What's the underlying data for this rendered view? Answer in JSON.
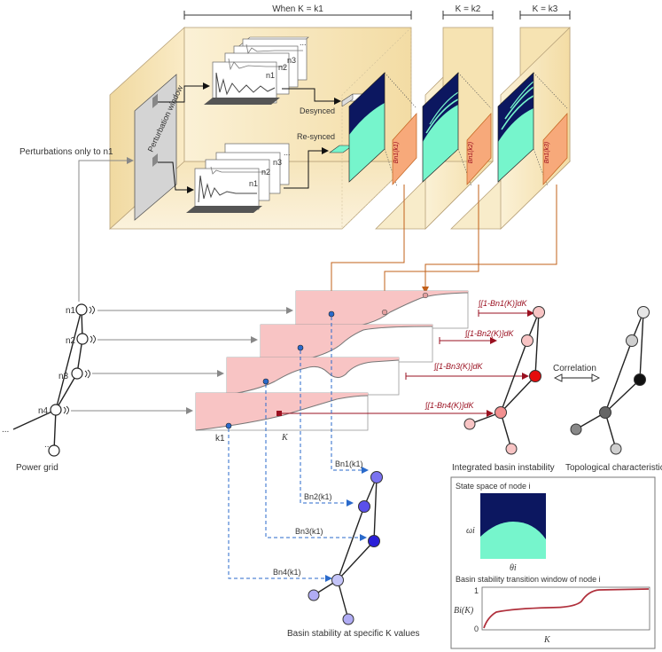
{
  "header": {
    "when_k1": "When K = k1",
    "k2_label": "K = k2",
    "k3_label": "K = k3"
  },
  "perturbation": {
    "only_n1": "Perturbations only to n1",
    "window_label": "Perturbation window",
    "desynced": "Desynced",
    "resynced": "Re-synced"
  },
  "traces": {
    "top_stack": [
      "n1",
      "n2",
      "n3",
      "..."
    ],
    "bottom_stack": [
      "n1",
      "n2",
      "n3",
      "..."
    ]
  },
  "panel_tags": [
    "Bn1(k1)",
    "Bn1(k2)",
    "Bn1(k3)"
  ],
  "grid": {
    "nodes": [
      "n1",
      "n2",
      "n3",
      "n4"
    ],
    "ellipsis": "...",
    "caption": "Power grid"
  },
  "curves": {
    "k1_label": "k1",
    "K_label": "K"
  },
  "integrals": [
    "∫[1-Bn1(K)]dK",
    "∫[1-Bn2(K)]dK",
    "∫[1-Bn3(K)]dK",
    "∫[1-Bn4(K)]dK"
  ],
  "basin_labels": [
    "Bn1(k1)",
    "Bn2(k1)",
    "Bn3(k1)",
    "Bn4(k1)"
  ],
  "captions": {
    "integrated": "Integrated basin instability",
    "topological": "Topological characteristics",
    "correlation": "Correlation",
    "basin_stability": "Basin stability at specific K values"
  },
  "inset": {
    "state_space_title": "State space of node i",
    "omega_label": "ωi",
    "theta_label": "θi",
    "transition_title": "Basin stability transition window of node i",
    "bi_label": "Bi(K)",
    "tick_1": "1",
    "tick_0": "0",
    "x_label": "K"
  },
  "colors": {
    "panel_yellow": "#f7e3b4",
    "navy": "#0c1760",
    "mint": "#76f5cc",
    "pink": "#f8c4c4",
    "dark_red": "#9a1020",
    "orange": "#c2601a",
    "blue_dash": "#2a6acb",
    "node_blue": "#7a72f0"
  }
}
